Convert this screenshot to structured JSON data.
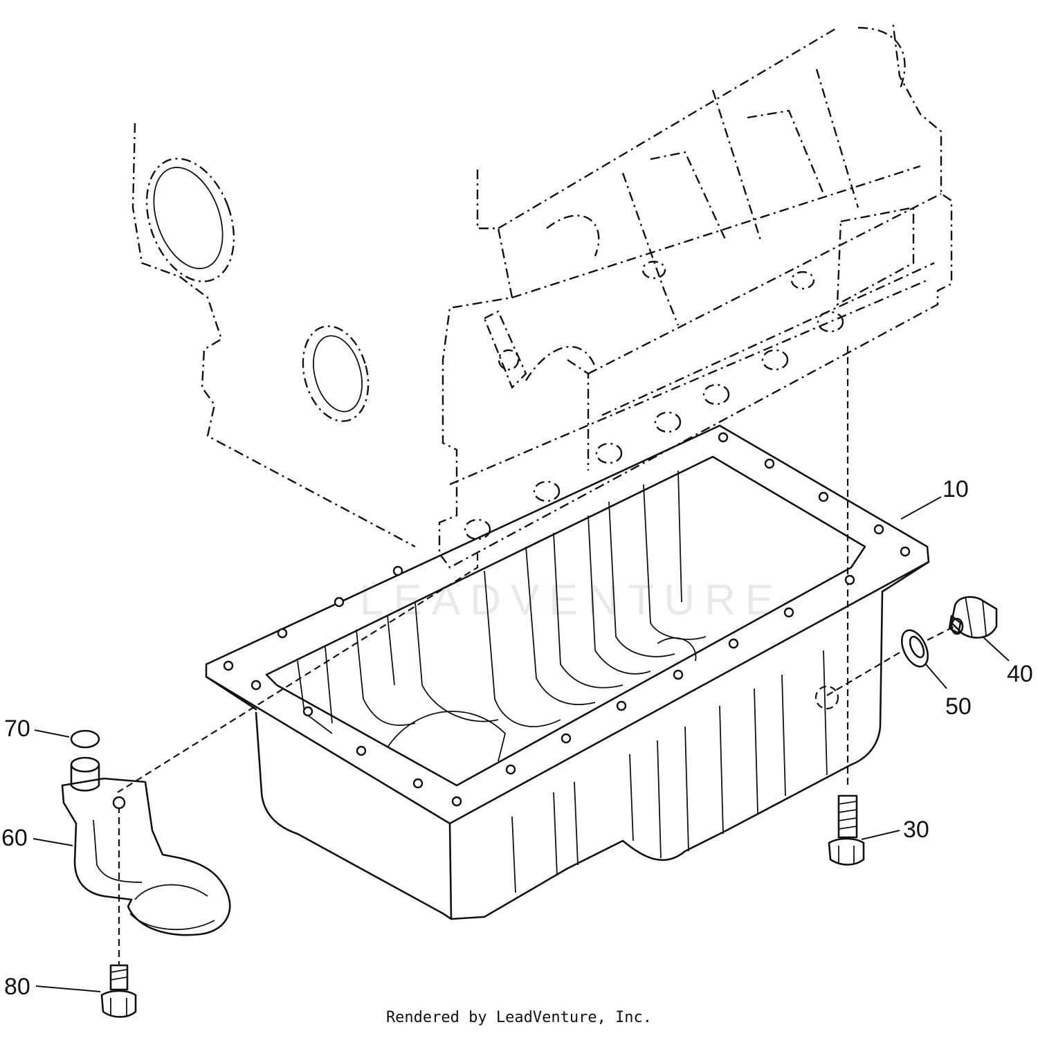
{
  "diagram": {
    "callouts": [
      {
        "id": "10",
        "label": "10"
      },
      {
        "id": "30",
        "label": "30"
      },
      {
        "id": "40",
        "label": "40"
      },
      {
        "id": "50",
        "label": "50"
      },
      {
        "id": "60",
        "label": "60"
      },
      {
        "id": "70",
        "label": "70"
      },
      {
        "id": "80",
        "label": "80"
      }
    ],
    "watermark": "LEADVENTURE",
    "footer": "Rendered by LeadVenture, Inc."
  },
  "colors": {
    "line": "#111111",
    "background": "#ffffff",
    "watermark": "#e9e9e9"
  }
}
